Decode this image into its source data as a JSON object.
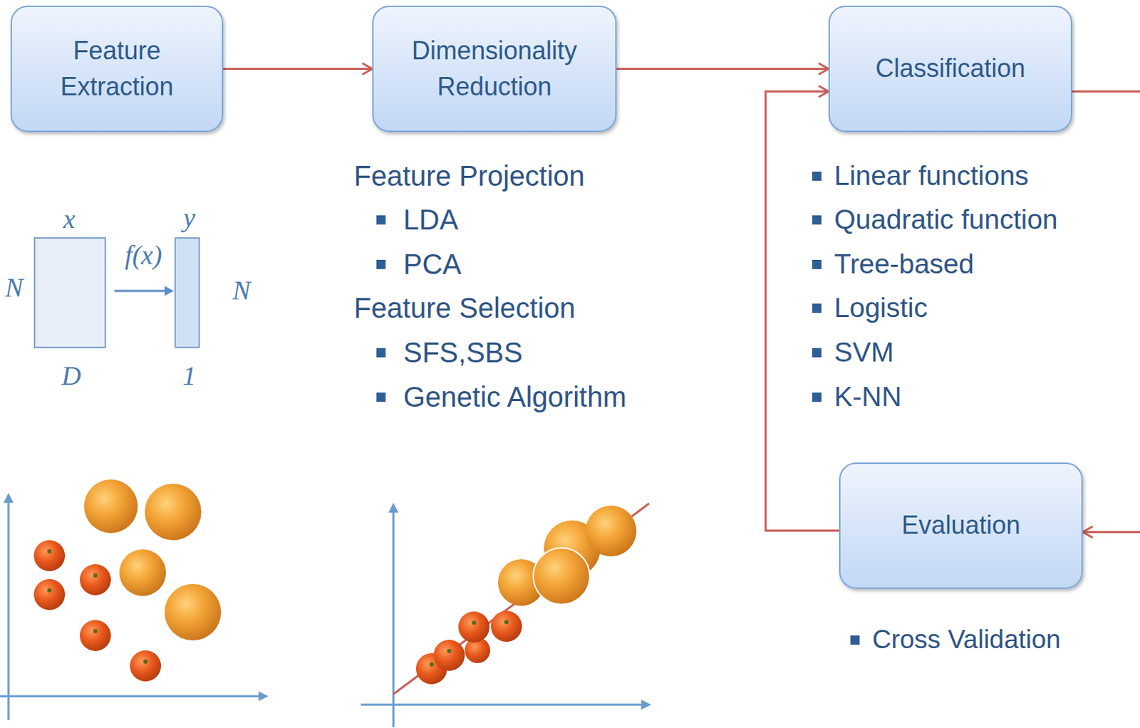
{
  "diagram": {
    "nodes": [
      {
        "text": [
          "Feature Extraction"
        ]
      },
      {
        "text": [
          "Dimensionality Reduction"
        ]
      },
      {
        "text": [
          "Classification"
        ]
      },
      {
        "text": [
          "Evaluation"
        ]
      }
    ],
    "edges": [
      {
        "from": 0,
        "to": 1,
        "arrow": "to"
      },
      {
        "from": 1,
        "to": 2,
        "arrow": "to"
      },
      {
        "from": 2,
        "to": 3,
        "arrow": "to"
      },
      {
        "from": 3,
        "to": 2,
        "arrow": "to"
      }
    ],
    "labels": [
      "Feature Projection",
      "LDA",
      "PCA",
      "Feature Selection",
      "SFS,SBS",
      "Genetic Algorithm",
      "Linear functions",
      "Quadratic function",
      "Tree-based",
      "Logistic",
      "SVM",
      "K-NN",
      "Cross Validation",
      "x",
      "f(x)",
      "y",
      "N",
      "N",
      "D",
      "1"
    ]
  }
}
